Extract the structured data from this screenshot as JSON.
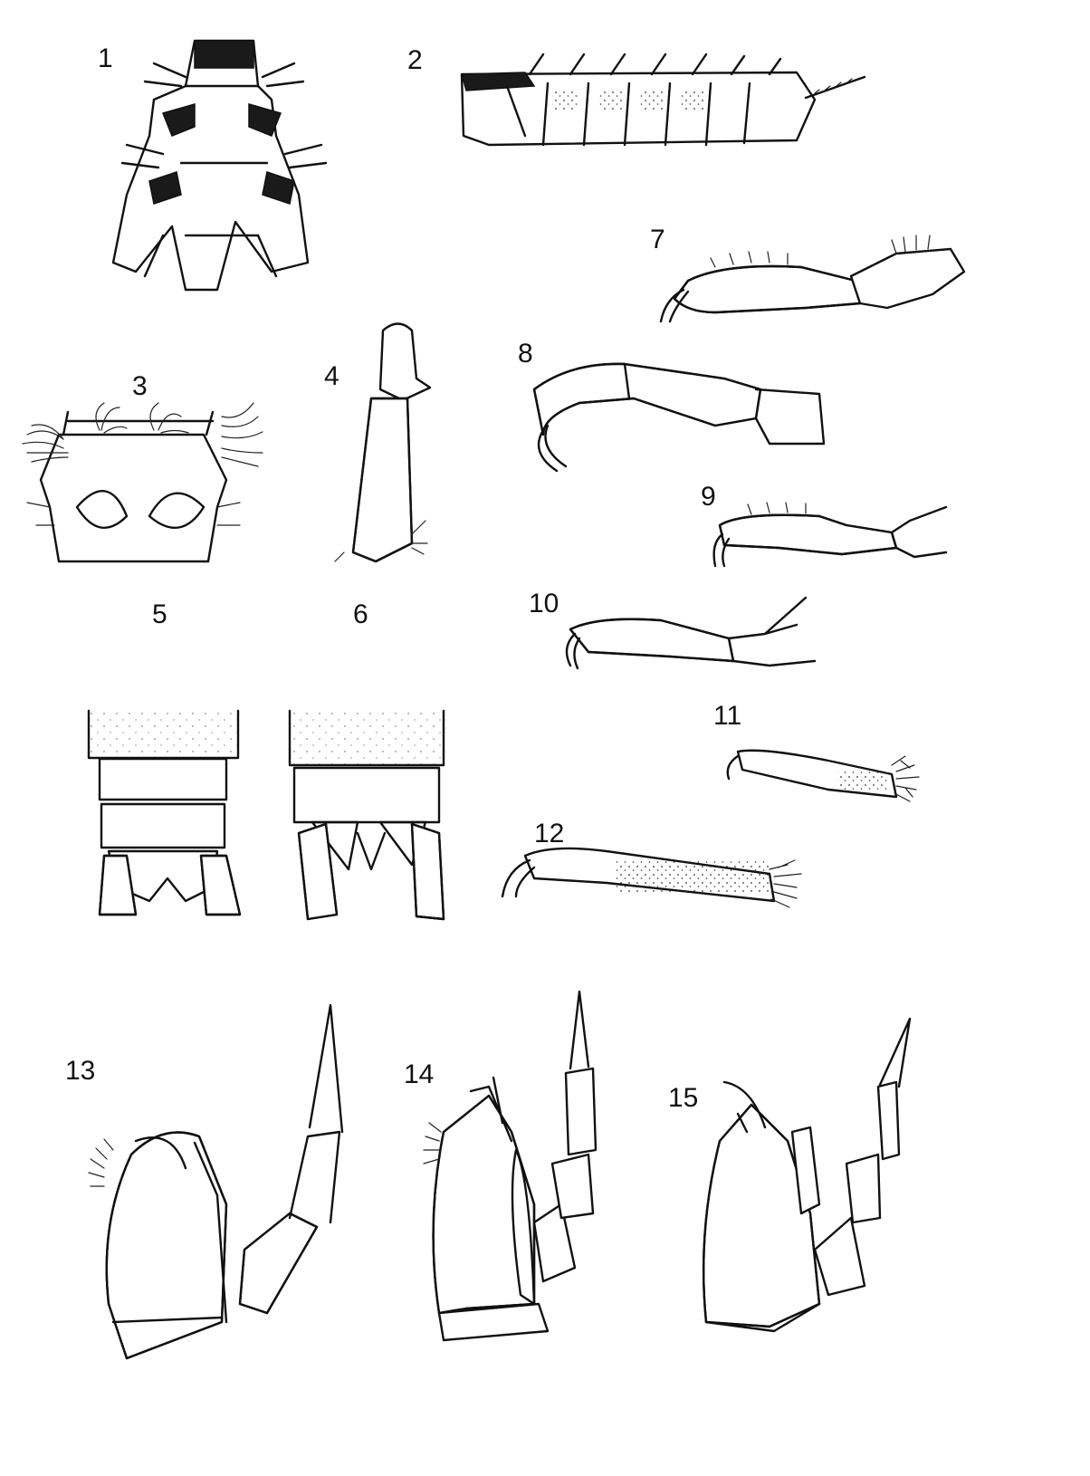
{
  "figure_labels": [
    "1",
    "2",
    "3",
    "4",
    "5",
    "6",
    "7",
    "8",
    "9",
    "10",
    "11",
    "12",
    "13",
    "14",
    "15"
  ]
}
